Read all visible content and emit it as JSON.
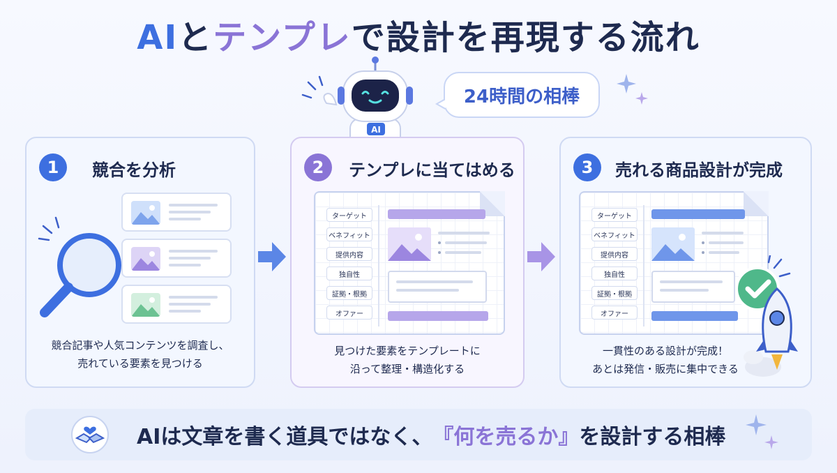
{
  "title": {
    "part1": "AI",
    "part2": "と",
    "part3": "テンプレ",
    "part4": "で設計を再現する流れ"
  },
  "robot": {
    "badge": "AI"
  },
  "speech_bubble": "24時間の相棒",
  "steps": [
    {
      "number": "1",
      "title": "競合を分析",
      "desc_line1": "競合記事や人気コンテンツを調査し、",
      "desc_line2": "売れている要素を見つける"
    },
    {
      "number": "2",
      "title": "テンプレに当てはめる",
      "desc_line1": "見つけた要素をテンプレートに",
      "desc_line2": "沿って整理・構造化する",
      "template_labels": [
        "ターゲット",
        "ベネフィット",
        "提供内容",
        "独自性",
        "証拠・根拠",
        "オファー"
      ]
    },
    {
      "number": "3",
      "title": "売れる商品設計が完成",
      "desc_line1": "一貫性のある設計が完成！",
      "desc_line2": "あとは発信・販売に集中できる",
      "template_labels": [
        "ターゲット",
        "ベネフィット",
        "提供内容",
        "独自性",
        "証拠・根拠",
        "オファー"
      ]
    }
  ],
  "bottom": {
    "pre": "AIは文章を書く道具ではなく、",
    "highlight": "『何を売るか』",
    "post": "を設計する相棒"
  },
  "colors": {
    "blue": "#3d6fe0",
    "purple": "#8a74d6",
    "navy": "#1e2a4f",
    "green": "#4fb88a"
  },
  "icons": [
    "magnifier-icon",
    "robot-icon",
    "sparkle-icon",
    "check-icon",
    "rocket-icon",
    "handshake-icon",
    "heart-icon",
    "arrow-right-icon",
    "image-icon"
  ]
}
